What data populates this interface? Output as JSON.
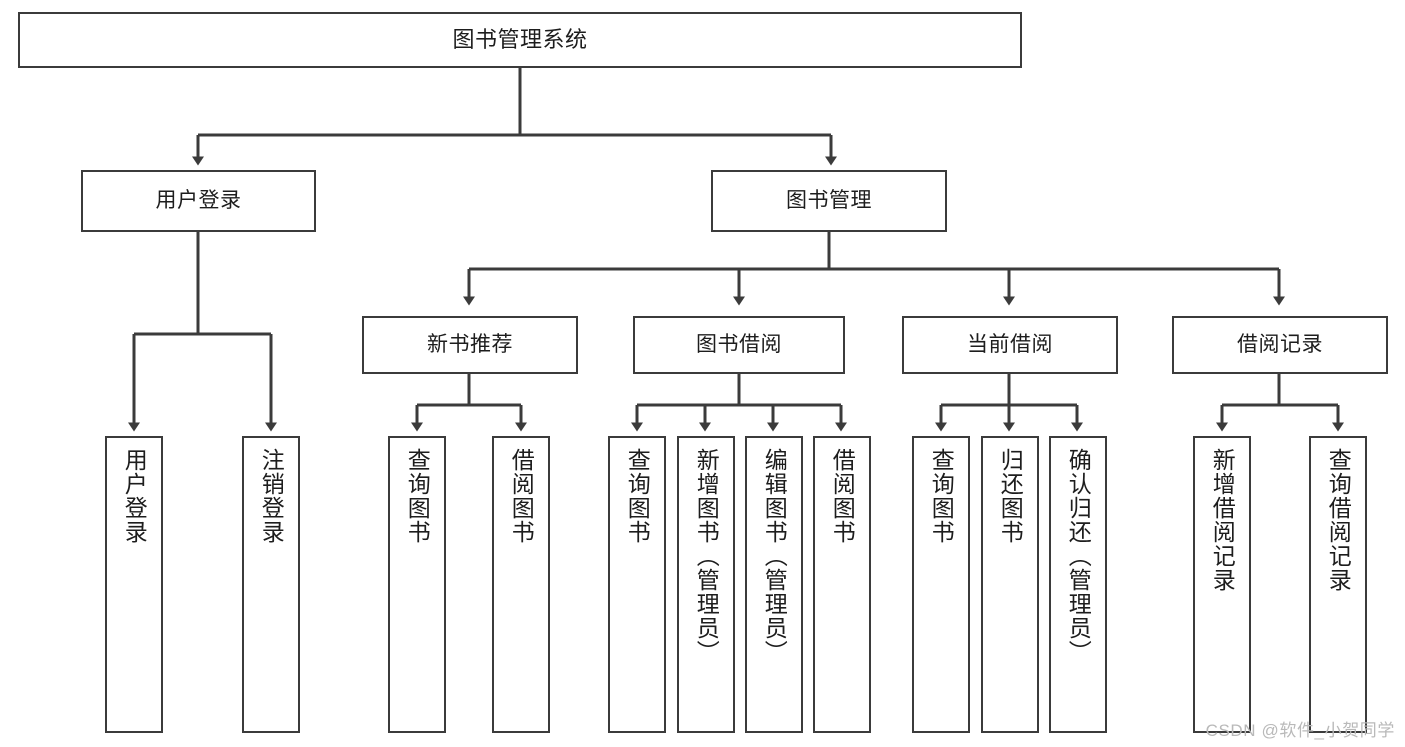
{
  "diagram": {
    "title": "图书管理系统",
    "type": "hierarchy-tree",
    "watermark": "CSDN @软件_小贺同学",
    "colors": {
      "border": "#3b3b3b",
      "fill": "#ffffff",
      "text": "#1d1d1d",
      "connector": "#3b3b3b",
      "watermark": "#b9b9b9"
    },
    "nodes": {
      "root": {
        "label": "图书管理系统"
      },
      "level2": [
        {
          "id": "user-login",
          "label": "用户登录"
        },
        {
          "id": "book-manage",
          "label": "图书管理"
        }
      ],
      "level3": [
        {
          "id": "new-book-recommend",
          "label": "新书推荐"
        },
        {
          "id": "book-borrow",
          "label": "图书借阅"
        },
        {
          "id": "current-borrow",
          "label": "当前借阅"
        },
        {
          "id": "borrow-record",
          "label": "借阅记录"
        }
      ],
      "leaves": {
        "user_login": [
          {
            "id": "leaf-user-login",
            "label": "用户登录"
          },
          {
            "id": "leaf-logout-login",
            "label": "注销登录"
          }
        ],
        "new_book_recommend": [
          {
            "id": "leaf-query-book-1",
            "label": "查询图书"
          },
          {
            "id": "leaf-borrow-book-1",
            "label": "借阅图书"
          }
        ],
        "book_borrow": [
          {
            "id": "leaf-query-book-2",
            "label": "查询图书"
          },
          {
            "id": "leaf-add-book",
            "label": "新增图书（管理员）"
          },
          {
            "id": "leaf-edit-book",
            "label": "编辑图书（管理员）"
          },
          {
            "id": "leaf-borrow-book-2",
            "label": "借阅图书"
          }
        ],
        "current_borrow": [
          {
            "id": "leaf-query-book-3",
            "label": "查询图书"
          },
          {
            "id": "leaf-return-book",
            "label": "归还图书"
          },
          {
            "id": "leaf-confirm-return",
            "label": "确认归还（管理员）"
          }
        ],
        "borrow_record": [
          {
            "id": "leaf-add-record",
            "label": "新增借阅记录"
          },
          {
            "id": "leaf-query-record",
            "label": "查询借阅记录"
          }
        ]
      }
    }
  }
}
